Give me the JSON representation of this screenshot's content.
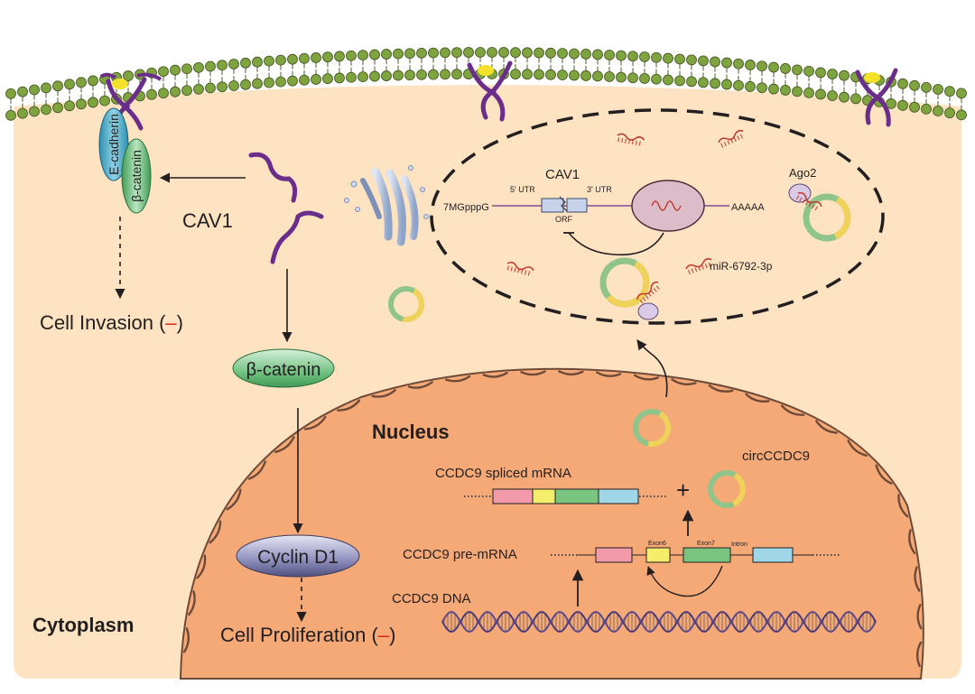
{
  "labels": {
    "cav1_main": "CAV1",
    "e_cadherin": "E-cadherin",
    "beta_catenin_membrane": "β-catenin",
    "cell_invasion": "Cell Invasion (",
    "cell_invasion_sign": "–",
    "cell_invasion_close": ")",
    "beta_catenin": "β-catenin",
    "cyclin_d1": "Cyclin D1",
    "cell_proliferation": "Cell Proliferation (",
    "cell_proliferation_sign": "–",
    "cell_proliferation_close": ")",
    "cytoplasm": "Cytoplasm",
    "nucleus": "Nucleus",
    "cav1_mrna": "CAV1",
    "cap": "7MGpppG",
    "utr5": "5' UTR",
    "utr3": "3' UTR",
    "orf": "ORF",
    "polya": "AAAAA",
    "ago2": "Ago2",
    "mir": "miR-6792-3p",
    "circ": "circCCDC9",
    "spliced_gene": "CCDC9",
    "spliced_text": "spliced mRNA",
    "plus": "+",
    "pre_gene": "CCDC9",
    "pre_text": "pre-mRNA",
    "dna_gene": "CCDC9",
    "dna_text": "DNA",
    "exon6": "Exon6",
    "exon7": "Exon7",
    "intron": "Intron"
  },
  "colors": {
    "cytoplasm": "#fde3c2",
    "nucleus": "#f4a977",
    "membrane_head": "#7fa33e",
    "purple_protein": "#6b2d8a",
    "exon_pink": "#f29aa9",
    "exon_yellow": "#f6ee6a",
    "exon_green": "#79c47f",
    "exon_blue": "#9fd6e8",
    "circ_yellow": "#f0d25a",
    "circ_green": "#8fc48a",
    "mirna_red": "#c0392b",
    "minus_red": "#d9261c"
  }
}
